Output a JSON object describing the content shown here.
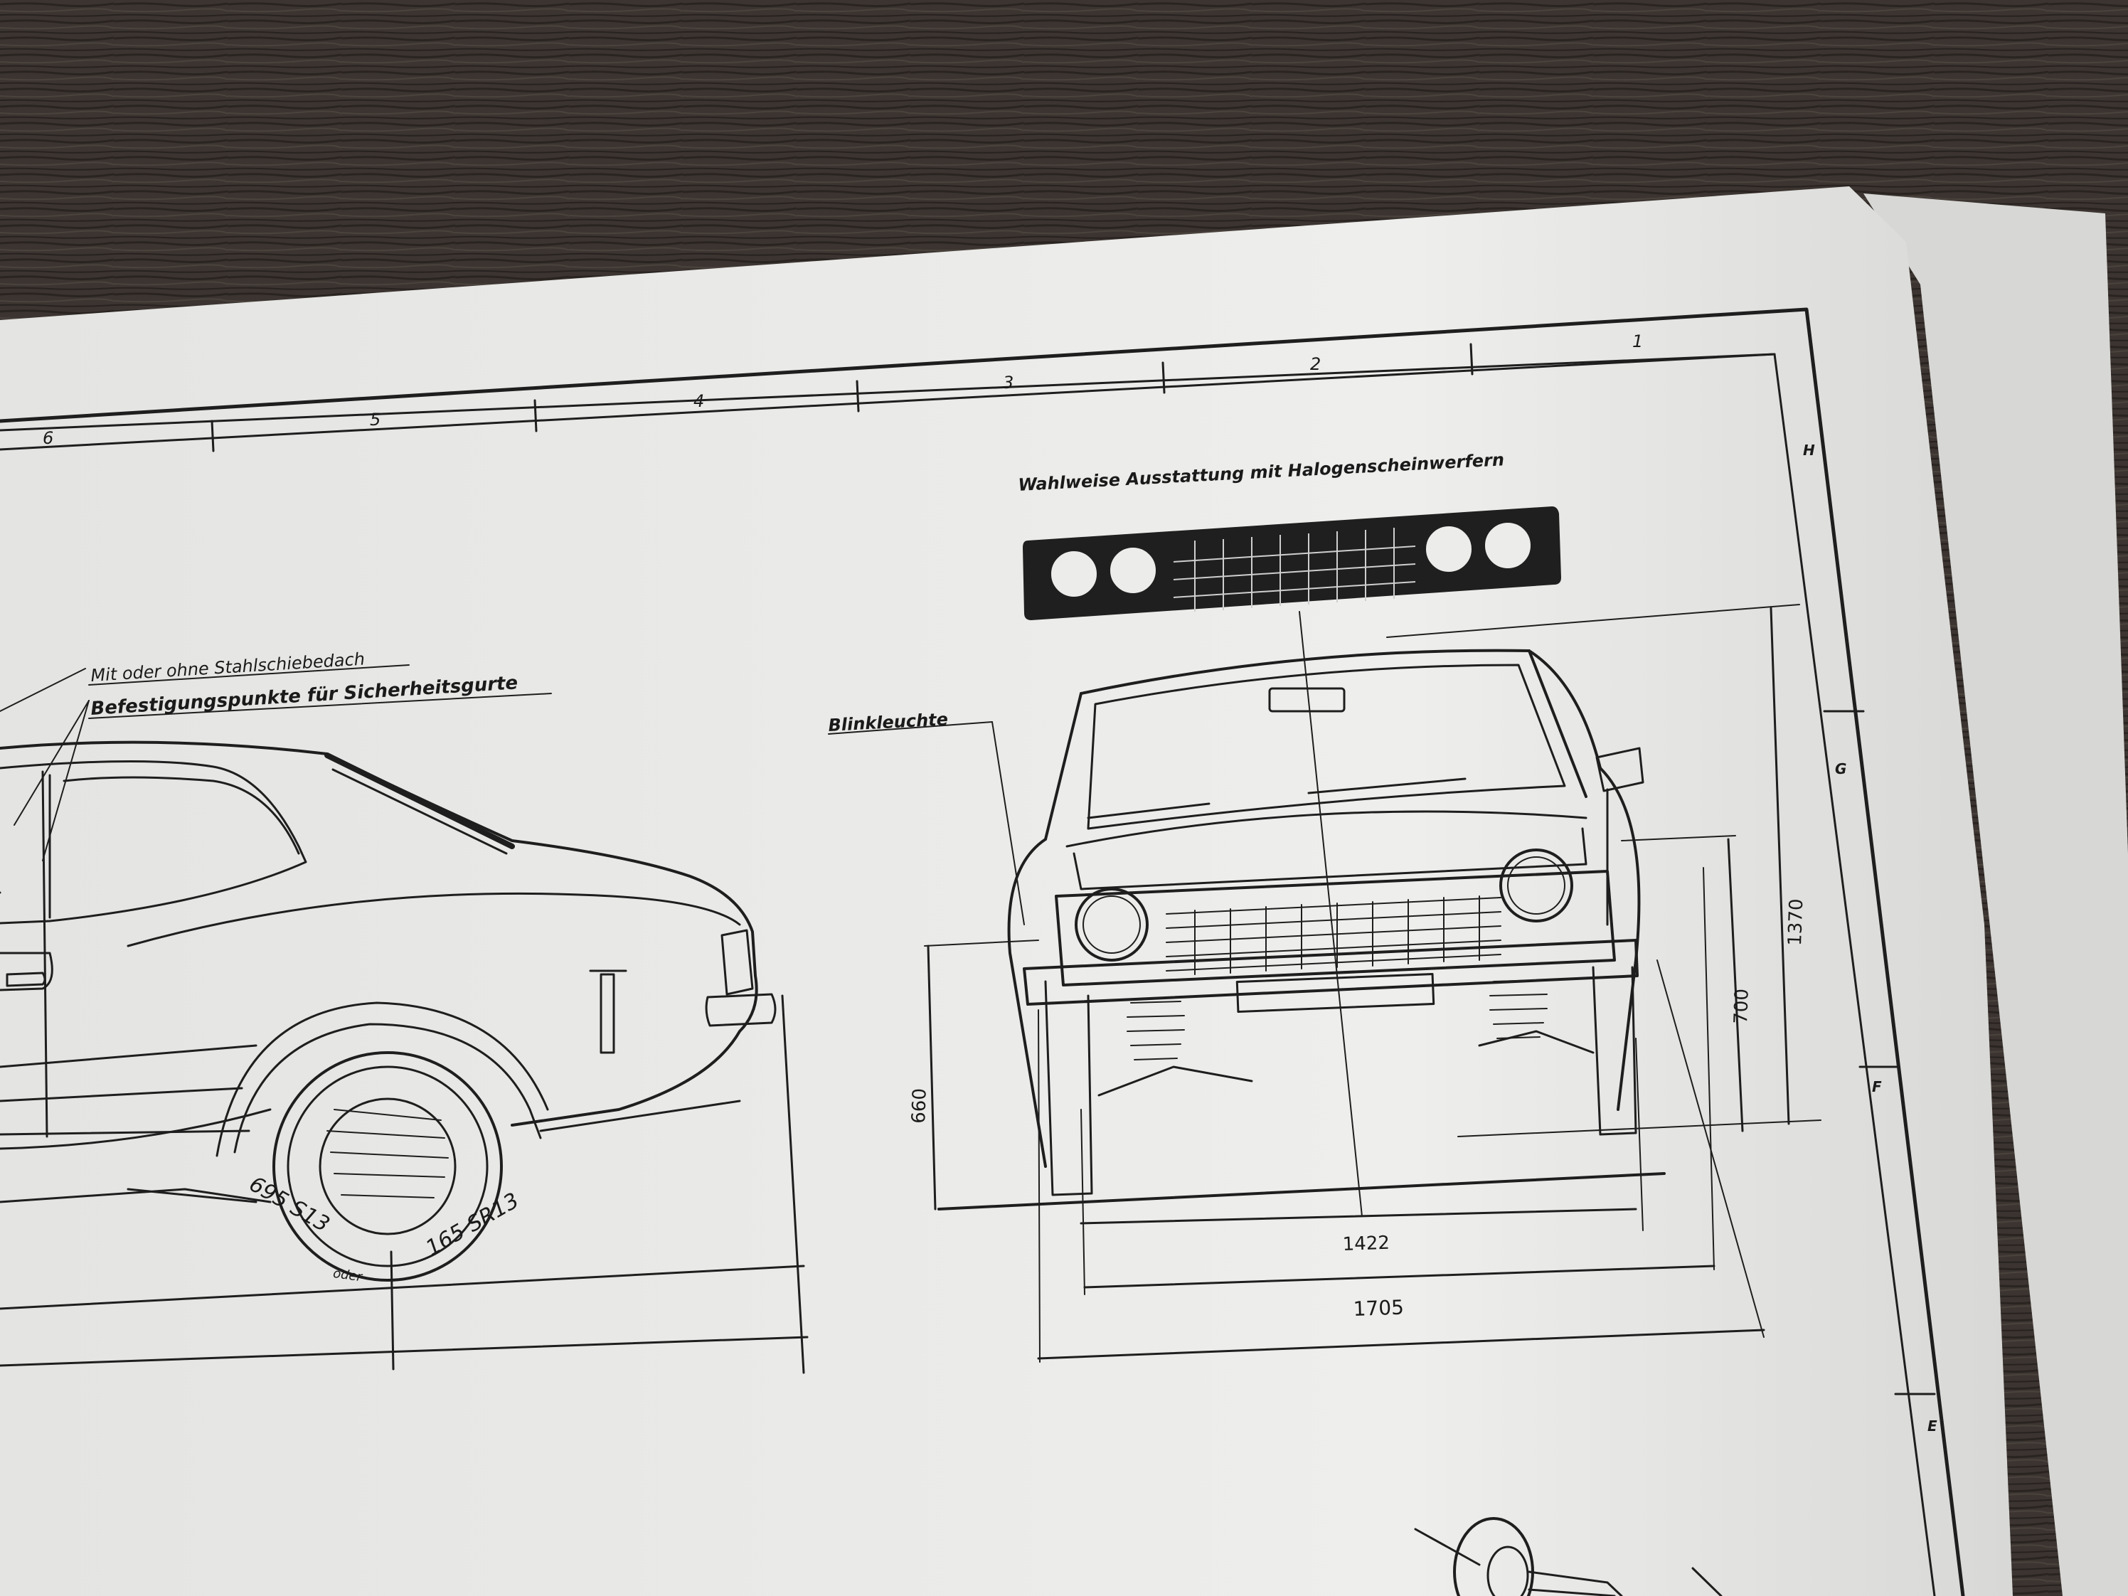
{
  "header": {
    "zones": [
      "6",
      "5",
      "4",
      "3",
      "2",
      "1"
    ],
    "side_letters": [
      "H",
      "G",
      "F",
      "E"
    ]
  },
  "front_view": {
    "title": "Wahlweise Ausstattung mit Halogenscheinwerfern",
    "callout": "Blinkleuchte",
    "dimensions": {
      "track": "1422",
      "width": "1705",
      "height": "1370",
      "lamp_height": "700",
      "bumper_height": "660"
    }
  },
  "side_view": {
    "callouts": [
      "Mit oder ohne Stahlschiebedach",
      "Befestigungspunkte für Sicherheitsgurte"
    ],
    "tire": {
      "size_a": "695 S13",
      "connector": "oder",
      "size_b": "165 SR13"
    }
  },
  "colors": {
    "table": "#3b3430",
    "paper": "#ececea",
    "ink": "#1e1e1e"
  }
}
